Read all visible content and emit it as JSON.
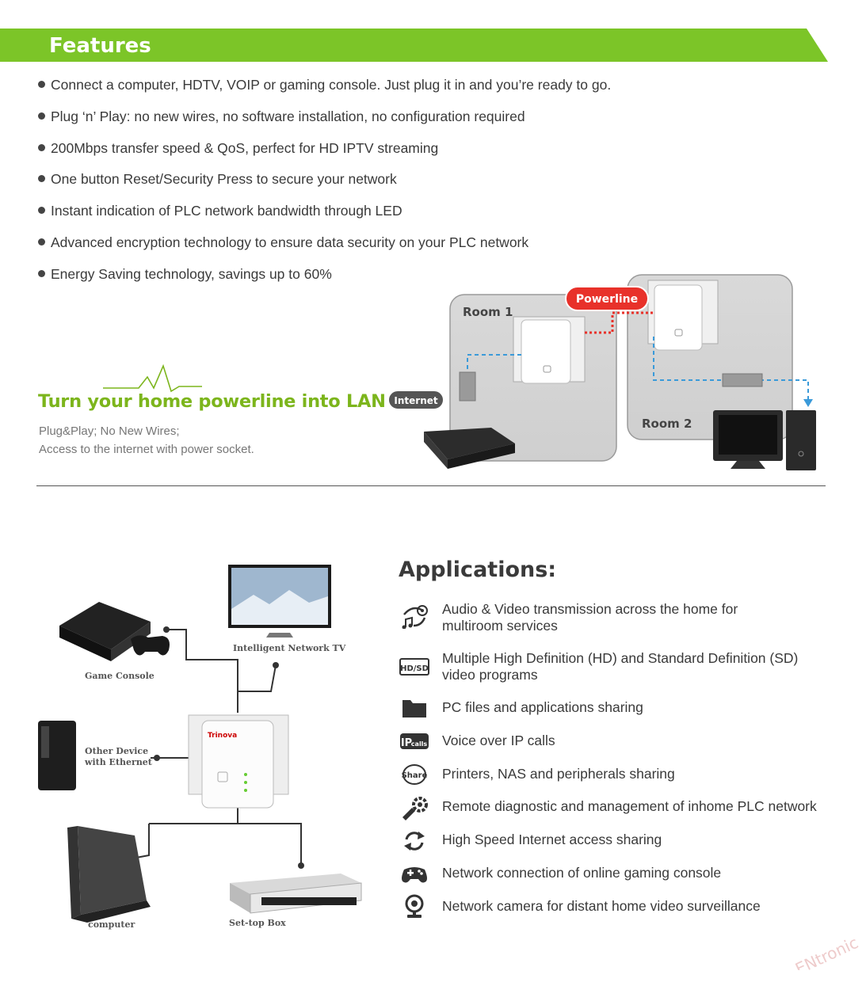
{
  "features_title": "Features",
  "features": [
    "Connect a computer, HDTV, VOIP or gaming console. Just plug it in and you’re ready to go.",
    "Plug ‘n’ Play: no new wires, no software installation, no configuration required",
    "200Mbps transfer speed & QoS, perfect for HD IPTV streaming",
    "One button Reset/Security Press to secure your network",
    "Instant indication of PLC network bandwidth through LED",
    "Advanced encryption technology to ensure data security on your PLC network",
    "Energy Saving technology, savings up to 60%"
  ],
  "lan": {
    "heading": "Turn your home powerline into LAN",
    "sub1": "Plug&Play; No New Wires;",
    "sub2": "Access to the internet with power socket."
  },
  "diagram": {
    "room1": "Room 1",
    "room2": "Room 2",
    "powerline": "Powerline",
    "internet": "Internet"
  },
  "devices": {
    "game_console": "Game Console",
    "tv": "Intelligent Network TV",
    "other_device_1": "Other Device",
    "other_device_2": "with Ethernet",
    "computer": "computer",
    "settop": "Set-top Box"
  },
  "applications_title": "Applications:",
  "applications": [
    {
      "icon": "media-icon",
      "line1": "Audio & Video transmission across the home for",
      "line2": "multiroom services"
    },
    {
      "icon": "hd-sd-icon",
      "line1": "Multiple High Definition (HD) and Standard Definition (SD)",
      "line2": "video programs"
    },
    {
      "icon": "folder-icon",
      "line1": "PC files and applications sharing",
      "line2": ""
    },
    {
      "icon": "ip-calls-icon",
      "line1": "Voice over IP calls",
      "line2": ""
    },
    {
      "icon": "share-icon",
      "line1": "Printers, NAS and peripherals sharing",
      "line2": ""
    },
    {
      "icon": "tools-icon",
      "line1": "Remote diagnostic and management of inhome PLC network",
      "line2": ""
    },
    {
      "icon": "sync-icon",
      "line1": "High Speed Internet access sharing",
      "line2": ""
    },
    {
      "icon": "gamepad-icon",
      "line1": "Network connection of online gaming console",
      "line2": ""
    },
    {
      "icon": "webcam-icon",
      "line1": "Network camera for distant home video surveillance",
      "line2": ""
    }
  ],
  "icon_labels": {
    "hd_sd": "HD/SD",
    "ip": "IP",
    "calls": "calls",
    "share": "Share"
  },
  "brand": "Trinova",
  "watermark": "ENtronic",
  "colors": {
    "banner_green": "#7cc528",
    "heading_green": "#7cb51c",
    "powerline_red": "#e8312a"
  }
}
